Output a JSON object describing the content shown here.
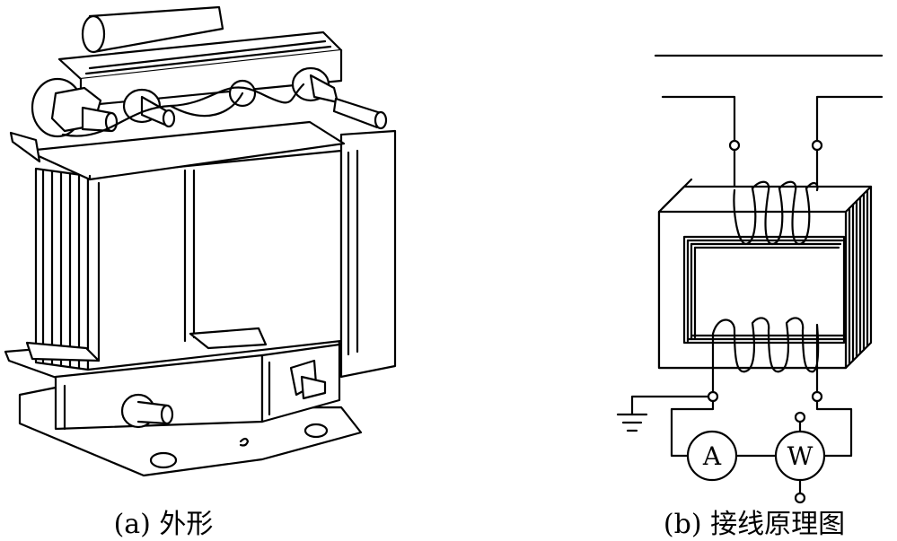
{
  "figure": {
    "caption_a": "(a) 外形",
    "caption_b": "(b) 接线原理图",
    "meter_ammeter": "A",
    "meter_wattmeter": "W"
  },
  "icons": {
    "ground": "ground-symbol-icon"
  },
  "colors": {
    "line": "#000000",
    "background": "#ffffff"
  }
}
